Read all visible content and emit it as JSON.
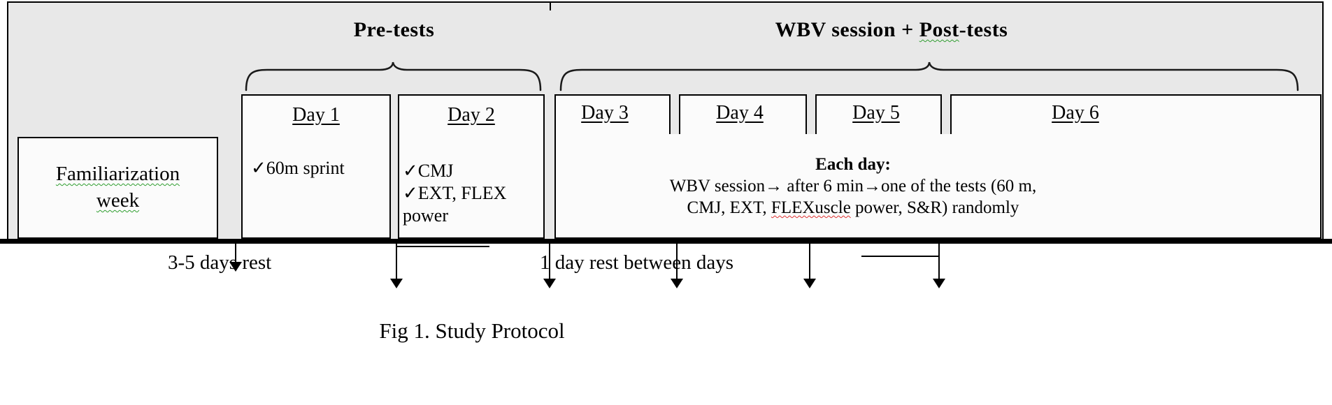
{
  "headings": {
    "pretests": "Pre-tests",
    "wbv_prefix": "WBV session + ",
    "wbv_post": "Post",
    "wbv_suffix": "-tests"
  },
  "familiarization": {
    "line1": "Familiarization",
    "line2": "week"
  },
  "icons": {
    "check": "✓"
  },
  "day1": {
    "label": "Day 1",
    "item": "60m sprint"
  },
  "day2": {
    "label": "Day 2",
    "item1": "CMJ",
    "item2": "EXT, FLEX",
    "item3": "power"
  },
  "wbv_days": {
    "day3": "Day 3",
    "day4": "Day 4",
    "day5": "Day 5",
    "day6": "Day 6",
    "each_day": "Each day:",
    "line1": "WBV session→ after 6 min→one of the tests (60 m,",
    "line2_pre": "CMJ, EXT, ",
    "line2_flex": "FLEXuscle",
    "line2_post": " power, S&R) randomly"
  },
  "annotations": {
    "rest1": "3-5 days rest",
    "rest2": "1 day rest between days"
  },
  "caption": "Fig 1. Study Protocol",
  "colors": {
    "background_gray": "#e8e8e8",
    "box_fill": "#fbfbfb",
    "line": "#000000",
    "spellcheck_green": "#2f9e2f",
    "spellcheck_red": "#e03030"
  }
}
